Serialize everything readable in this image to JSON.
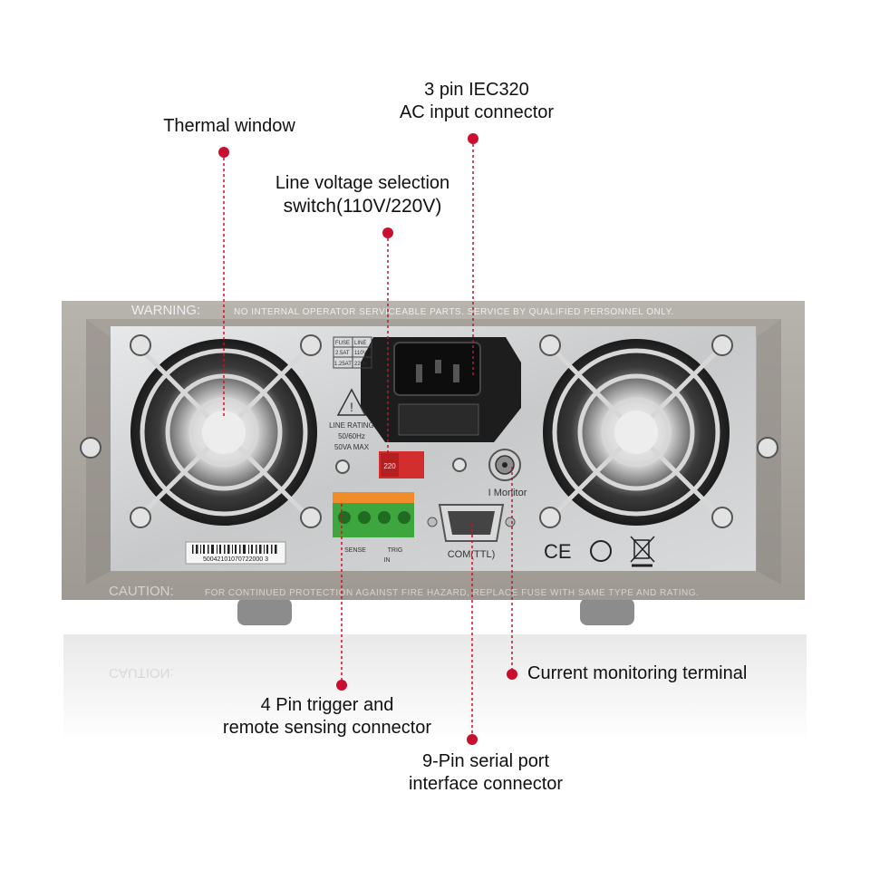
{
  "callouts": {
    "thermal_window": "Thermal window",
    "iec_line1": "3 pin IEC320",
    "iec_line2": "AC input connector",
    "voltage_line1": "Line voltage selection",
    "voltage_line2": "switch(110V/220V)",
    "trigger_line1": "4  Pin trigger and",
    "trigger_line2": "remote sensing connector",
    "serial_line1": "9-Pin serial port",
    "serial_line2": "interface connector",
    "monitor": "Current monitoring terminal"
  },
  "panel": {
    "warning": "WARNING:",
    "warning_text": "NO INTERNAL OPERATOR SERVICEABLE PARTS. SERVICE BY QUALIFIED PERSONNEL ONLY.",
    "caution": "CAUTION:",
    "caution_text": "FOR CONTINUED PROTECTION AGAINST FIRE HAZARD, REPLACE FUSE WITH SAME TYPE AND RATING.",
    "line_rating_title": "LINE RATING",
    "line_rating_freq": "50/60Hz",
    "line_rating_va": "50VA MAX",
    "fuse_header_1": "FUSE",
    "fuse_header_2": "LINE",
    "fuse_row1_a": "2.5AT",
    "fuse_row1_b": "110V",
    "fuse_row2_a": "1.25AT",
    "fuse_row2_b": "220V",
    "switch_label": "220",
    "i_monitor": "I Monitor",
    "com_label": "COM(TTL)",
    "sense_label": "SENSE",
    "trig_label": "TRIG",
    "in_label": "IN",
    "barcode_number": "50042101070722000 3",
    "ce_mark": "CE"
  },
  "colors": {
    "accent_dot": "#c8102e",
    "frame": "#a9a49d",
    "plate": "#c9cbcc"
  }
}
